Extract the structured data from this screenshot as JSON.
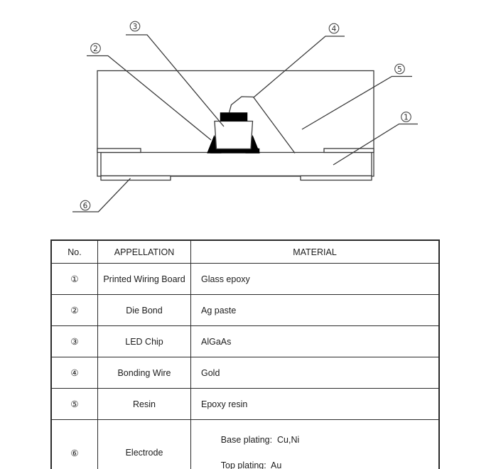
{
  "colors": {
    "background": "#ffffff",
    "line": "#3a3a3a",
    "fill_black": "#000000",
    "table_border": "#2b2b2b",
    "text": "#1c1c1c"
  },
  "diagram": {
    "callouts": [
      {
        "digit": "1",
        "target_part": "printed-wiring-board"
      },
      {
        "digit": "2",
        "target_part": "die-bond"
      },
      {
        "digit": "3",
        "target_part": "led-chip"
      },
      {
        "digit": "4",
        "target_part": "bonding-wire"
      },
      {
        "digit": "5",
        "target_part": "resin"
      },
      {
        "digit": "6",
        "target_part": "electrode"
      }
    ]
  },
  "table": {
    "headers": {
      "no": "No.",
      "appellation": "APPELLATION",
      "material": "MATERIAL"
    },
    "rows": [
      {
        "no": "①",
        "appellation": "Printed Wiring Board",
        "material": "Glass epoxy"
      },
      {
        "no": "②",
        "appellation": "Die Bond",
        "material": "Ag paste"
      },
      {
        "no": "③",
        "appellation": "LED Chip",
        "material": "AlGaAs"
      },
      {
        "no": "④",
        "appellation": "Bonding Wire",
        "material": "Gold"
      },
      {
        "no": "⑤",
        "appellation": "Resin",
        "material": "Epoxy resin"
      },
      {
        "no": "⑥",
        "appellation": "Electrode",
        "material_lines": [
          "Base plating:  Cu,Ni",
          "Top plating:  Au"
        ]
      }
    ]
  }
}
